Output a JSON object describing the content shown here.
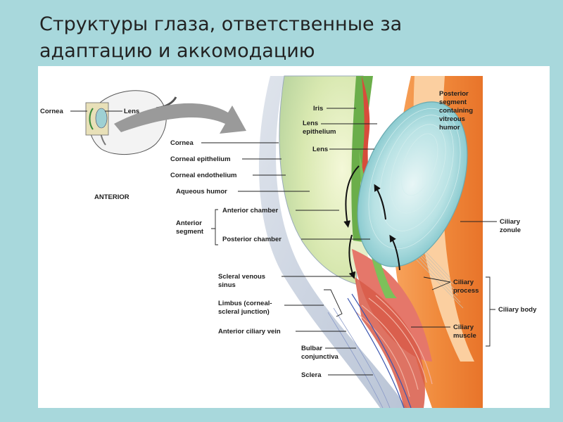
{
  "slide": {
    "title_line1": "Структуры глаза, ответственные за",
    "title_line2": "адаптацию и аккомодацию"
  },
  "diagram": {
    "inset": {
      "cornea": "Cornea",
      "lens": "Lens",
      "anterior": "ANTERIOR"
    },
    "left_labels": {
      "cornea": "Cornea",
      "corneal_epithelium": "Corneal epithelium",
      "corneal_endothelium": "Corneal endothelium",
      "aqueous_humor": "Aqueous humor",
      "anterior_segment_1": "Anterior",
      "anterior_segment_2": "segment",
      "anterior_chamber": "Anterior chamber",
      "posterior_chamber": "Posterior chamber",
      "scleral_sinus_1": "Scleral venous",
      "scleral_sinus_2": "sinus",
      "limbus_1": "Limbus (corneal-",
      "limbus_2": "scleral junction)",
      "anterior_ciliary_vein": "Anterior ciliary vein",
      "bulbar_1": "Bulbar",
      "bulbar_2": "conjunctiva",
      "sclera": "Sclera"
    },
    "mid_labels": {
      "iris": "Iris",
      "lens_epithelium_1": "Lens",
      "lens_epithelium_2": "epithelium",
      "lens": "Lens"
    },
    "right_labels": {
      "posterior_1": "Posterior",
      "posterior_2": "segment",
      "posterior_3": "containing",
      "posterior_4": "vitreous",
      "posterior_5": "humor",
      "ciliary_zonule_1": "Ciliary",
      "ciliary_zonule_2": "zonule",
      "ciliary_process_1": "Ciliary",
      "ciliary_process_2": "process",
      "ciliary_muscle_1": "Ciliary",
      "ciliary_muscle_2": "muscle",
      "ciliary_body": "Ciliary body"
    }
  }
}
